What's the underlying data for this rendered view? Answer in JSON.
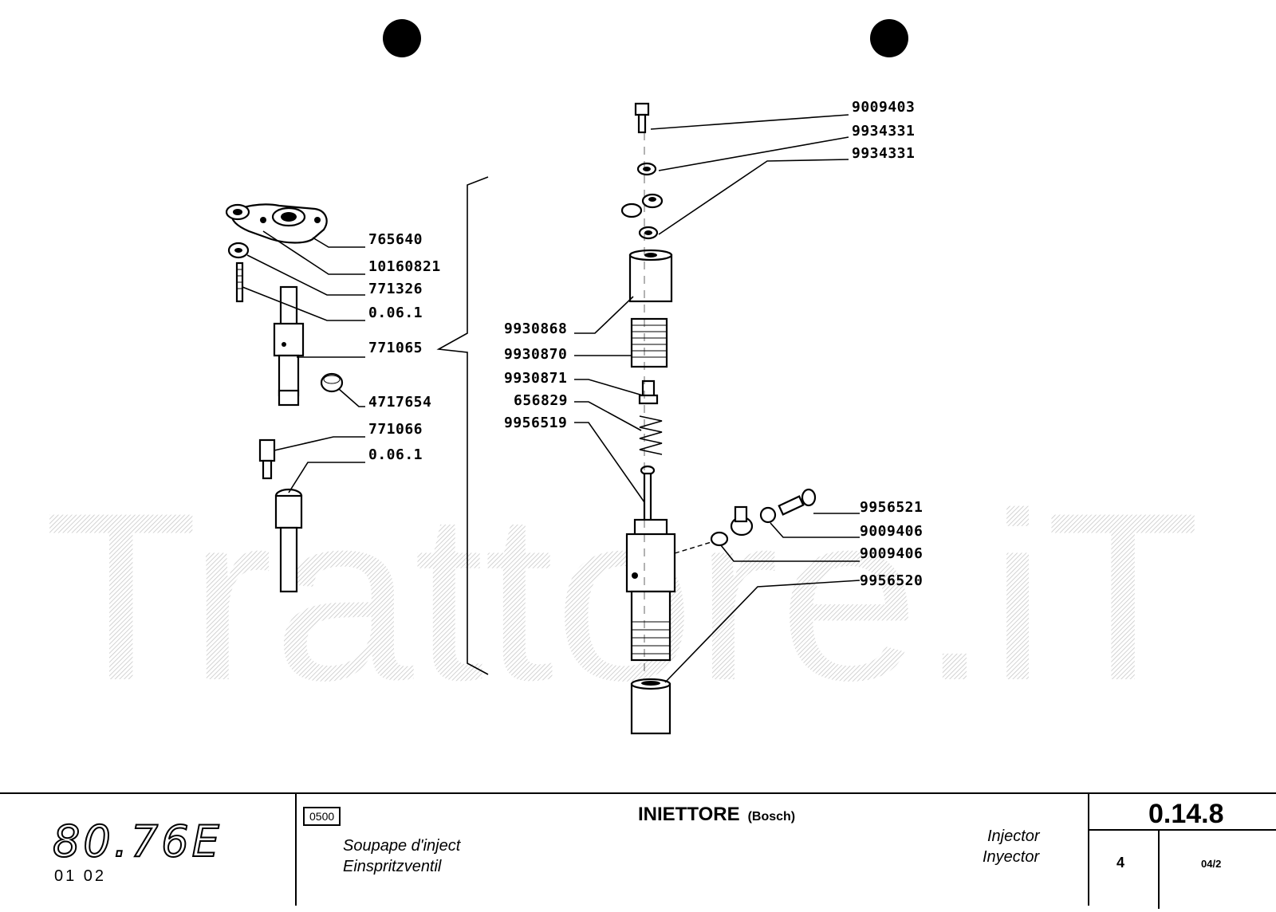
{
  "watermark": "Trattore.iT",
  "parts_left": [
    {
      "id": "p1",
      "number": "765640"
    },
    {
      "id": "p2",
      "number": "10160821"
    },
    {
      "id": "p3",
      "number": "771326"
    },
    {
      "id": "p4",
      "number": "0.06.1"
    },
    {
      "id": "p5",
      "number": "771065"
    },
    {
      "id": "p6",
      "number": "4717654"
    },
    {
      "id": "p7",
      "number": "771066"
    },
    {
      "id": "p8",
      "number": "0.06.1"
    }
  ],
  "parts_right_top": [
    {
      "id": "r1",
      "number": "9009403"
    },
    {
      "id": "r2",
      "number": "9934331"
    },
    {
      "id": "r3",
      "number": "9934331"
    }
  ],
  "parts_center": [
    {
      "id": "c1",
      "number": "9930868"
    },
    {
      "id": "c2",
      "number": "9930870"
    },
    {
      "id": "c3",
      "number": "9930871"
    },
    {
      "id": "c4",
      "number": "656829"
    },
    {
      "id": "c5",
      "number": "9956519"
    }
  ],
  "parts_right_bottom": [
    {
      "id": "b1",
      "number": "9956521"
    },
    {
      "id": "b2",
      "number": "9009406"
    },
    {
      "id": "b3",
      "number": "9009406"
    },
    {
      "id": "b4",
      "number": "9956520"
    }
  ],
  "title_block": {
    "model": "80.76E",
    "model_sub": "01  02",
    "group_code": "0500",
    "title": "INIETTORE",
    "title_sub": "(Bosch)",
    "fr": "Soupape d'inject",
    "de": "Einspritzventil",
    "en": "Injector",
    "es": "Inyector",
    "page_code": "0.14.8",
    "page_num": "4",
    "revision": "04/2"
  }
}
